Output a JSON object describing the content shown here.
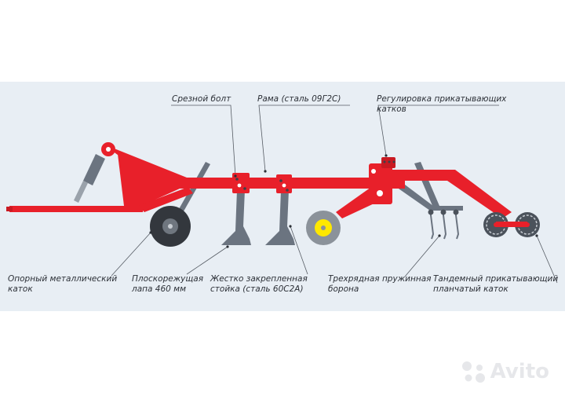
{
  "labels": {
    "shear_bolt": "Срезной болт",
    "frame": "Рама (сталь 09Г2С)",
    "roller_adjust_line1": "Регулировка прикатывающих",
    "roller_adjust_line2": "катков",
    "support_roller_line1": "Опорный металлический",
    "support_roller_line2": "каток",
    "flat_cutter_line1": "Плоскорежущая",
    "flat_cutter_line2": "лапа 460 мм",
    "rigid_stand_line1": "Жестко закрепленная",
    "rigid_stand_line2": "стойка (сталь 60С2А)",
    "harrow_line1": "Трехрядная пружинная",
    "harrow_line2": "борона",
    "tandem_roller_line1": "Тандемный прикатывающий",
    "tandem_roller_line2": "планчатый каток"
  },
  "watermark": {
    "text": "Avito",
    "icon": "avito-logo-icon"
  },
  "colors": {
    "frame_red": "#e8202a",
    "steel_grey": "#6b7480",
    "wheel_dark": "#33373d",
    "wheel_yellow": "#ffe800",
    "background": "#e8eef4"
  }
}
